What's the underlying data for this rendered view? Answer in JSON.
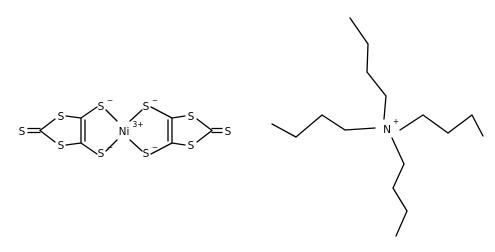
{
  "labels": {
    "s": "S",
    "ni": "Ni",
    "n": "N",
    "neg": "−",
    "ni_charge": "3+",
    "n_charge": "+"
  }
}
